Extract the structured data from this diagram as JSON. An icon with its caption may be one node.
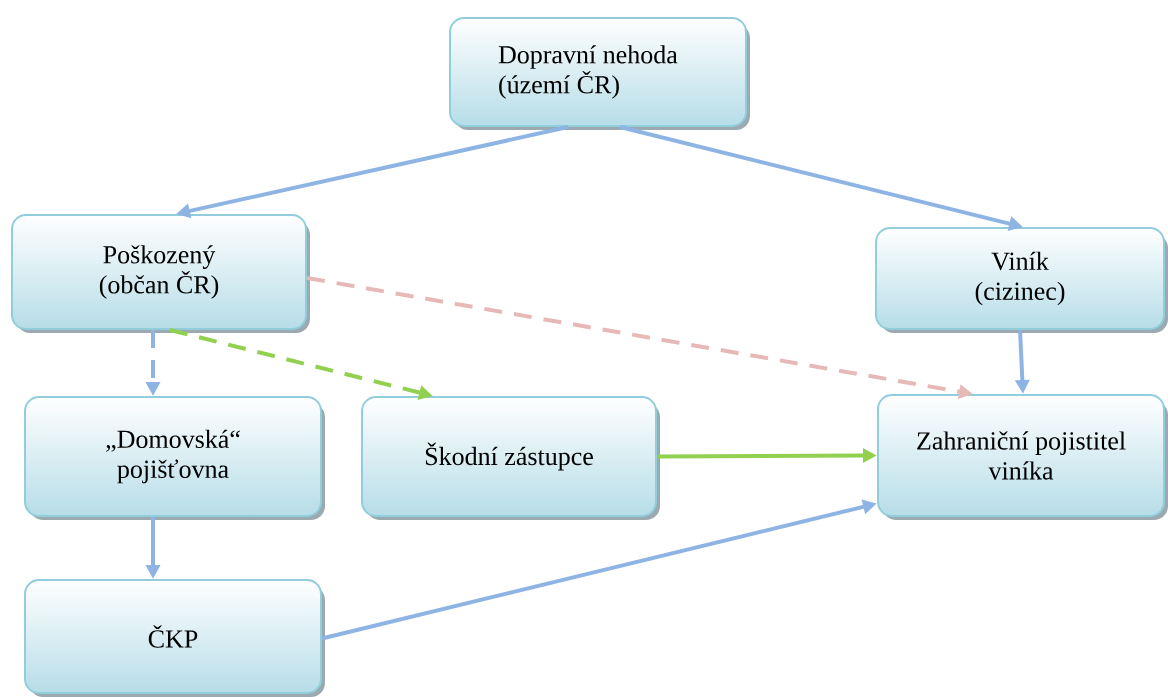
{
  "diagram": {
    "nodes": [
      {
        "text": [
          "Dopravní nehoda (území ČR)"
        ]
      },
      {
        "text": [
          "Poškozený (občan ČR)"
        ]
      },
      {
        "text": [
          "Viník (cizinec)"
        ]
      },
      {
        "text": [
          "„Domovská“ pojišťovna"
        ]
      },
      {
        "text": [
          "Škodní zástupce"
        ]
      },
      {
        "text": [
          "Zahraniční pojistitel viníka"
        ]
      },
      {
        "text": [
          "ČKP"
        ]
      }
    ],
    "edges": [
      {
        "from": 0,
        "to": 1,
        "arrow": "to"
      },
      {
        "from": 0,
        "to": 2,
        "arrow": "to"
      },
      {
        "from": 1,
        "to": 3,
        "arrow": "to",
        "style": "dashed"
      },
      {
        "from": 1,
        "to": 4,
        "arrow": "to",
        "style": "dashed",
        "color": "#92d050"
      },
      {
        "from": 1,
        "to": 5,
        "arrow": "to",
        "style": "dashed",
        "color": "#e6b9b8"
      },
      {
        "from": 2,
        "to": 5,
        "arrow": "to"
      },
      {
        "from": 4,
        "to": 5,
        "arrow": "to",
        "color": "#92d050"
      },
      {
        "from": 3,
        "to": 6,
        "arrow": "to"
      },
      {
        "from": 6,
        "to": 5,
        "arrow": "to"
      }
    ]
  }
}
